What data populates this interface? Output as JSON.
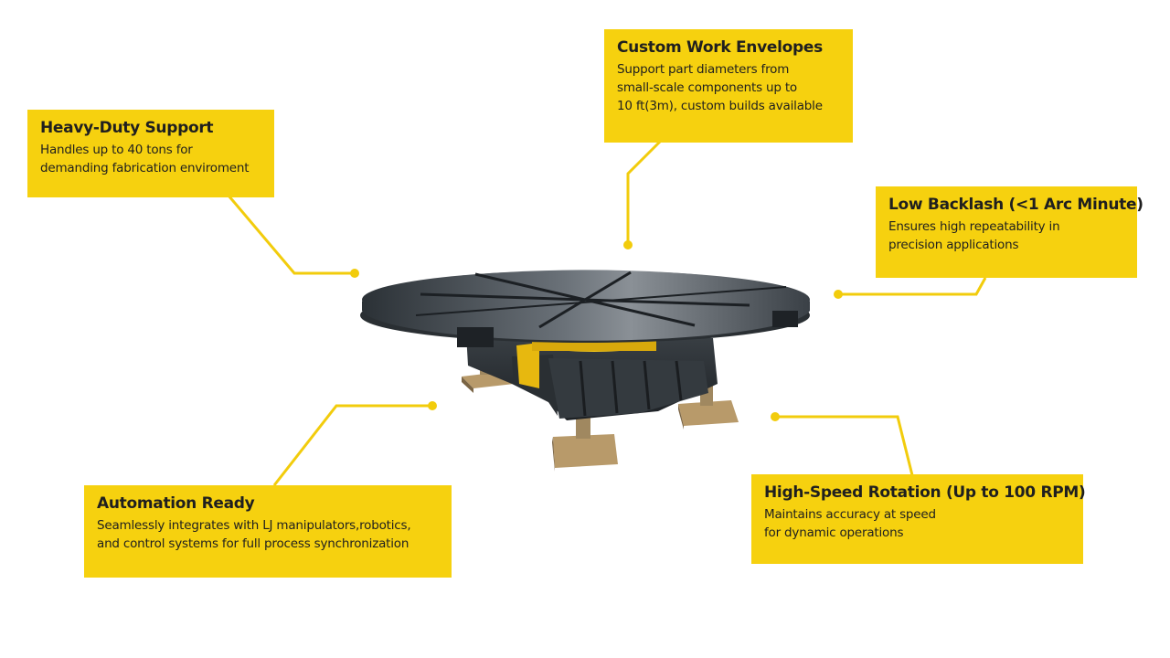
{
  "colors": {
    "accent": "#f6d10f",
    "leader": "#f2cc0c",
    "text": "#1f1f1f"
  },
  "callouts": {
    "custom_work": {
      "title": "Custom Work Envelopes",
      "desc": "Support part diameters from\nsmall-scale components up to\n10 ft(3m), custom builds available"
    },
    "heavy_duty": {
      "title": "Heavy-Duty Support",
      "desc": "Handles up to 40 tons for\ndemanding fabrication enviroment"
    },
    "low_backlash": {
      "title": "Low Backlash (<1 Arc Minute)",
      "desc": "Ensures high repeatability in\nprecision applications"
    },
    "automation": {
      "title": "Automation Ready",
      "desc": "Seamlessly integrates with LJ manipulators,robotics,\nand control systems for full process synchronization"
    },
    "high_speed": {
      "title": "High-Speed Rotation (Up to 100 RPM)",
      "desc": "Maintains accuracy at speed\nfor dynamic operations"
    }
  },
  "icons": {
    "product": "rotary-table-positioner-illustration"
  }
}
